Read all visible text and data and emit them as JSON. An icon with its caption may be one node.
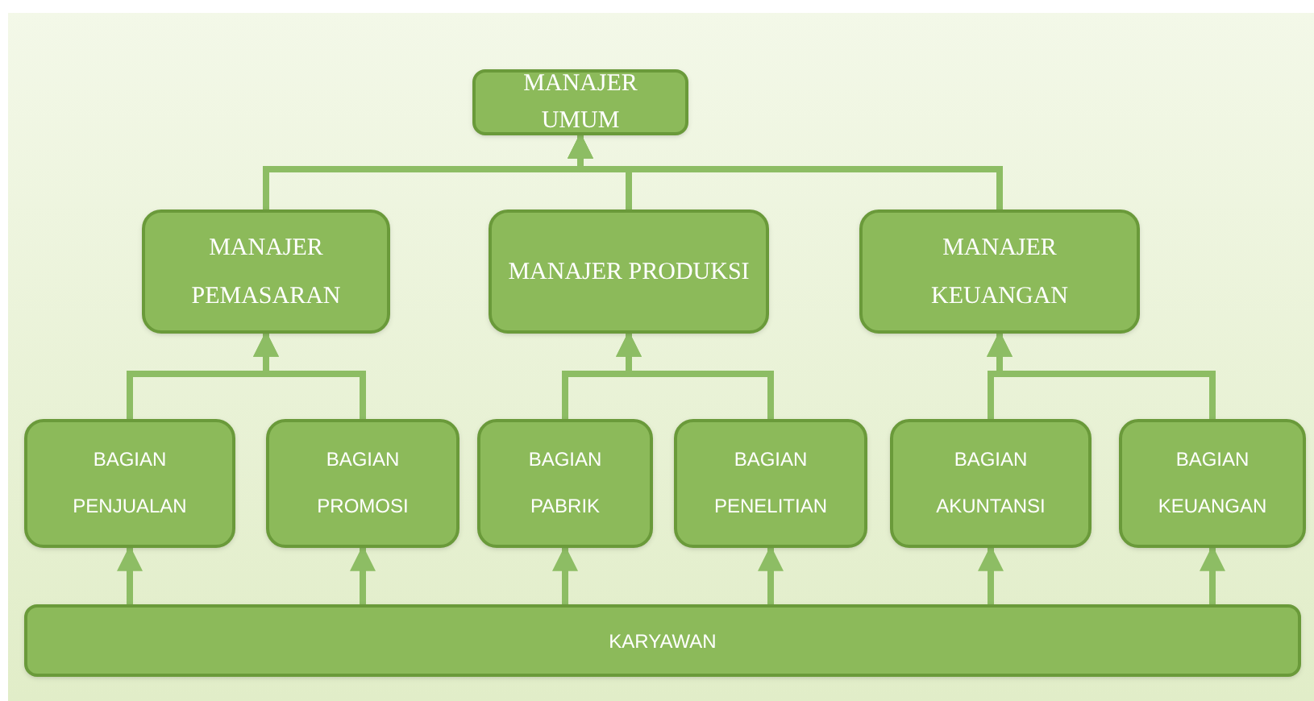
{
  "diagram": {
    "nodes": [
      {
        "text": [
          "MANAJER UMUM"
        ]
      },
      {
        "text": [
          "MANAJER PEMASARAN"
        ]
      },
      {
        "text": [
          "MANAJER PRODUKSI"
        ]
      },
      {
        "text": [
          "MANAJER KEUANGAN"
        ]
      },
      {
        "text": [
          "BAGIAN PENJUALAN"
        ]
      },
      {
        "text": [
          "BAGIAN PROMOSI"
        ]
      },
      {
        "text": [
          "BAGIAN PABRIK"
        ]
      },
      {
        "text": [
          "BAGIAN PENELITIAN"
        ]
      },
      {
        "text": [
          "BAGIAN AKUNTANSI"
        ]
      },
      {
        "text": [
          "BAGIAN KEUANGAN"
        ]
      },
      {
        "text": [
          "KARYAWAN"
        ]
      }
    ],
    "edges": [
      {
        "from": 1,
        "to": 0,
        "arrow": "to"
      },
      {
        "from": 2,
        "to": 0,
        "arrow": "to"
      },
      {
        "from": 3,
        "to": 0,
        "arrow": "to"
      },
      {
        "from": 4,
        "to": 1,
        "arrow": "to"
      },
      {
        "from": 5,
        "to": 1,
        "arrow": "to"
      },
      {
        "from": 6,
        "to": 2,
        "arrow": "to"
      },
      {
        "from": 7,
        "to": 2,
        "arrow": "to"
      },
      {
        "from": 8,
        "to": 3,
        "arrow": "to"
      },
      {
        "from": 9,
        "to": 3,
        "arrow": "to"
      },
      {
        "from": 10,
        "to": 4,
        "arrow": "to"
      },
      {
        "from": 10,
        "to": 5,
        "arrow": "to"
      },
      {
        "from": 10,
        "to": 6,
        "arrow": "to"
      },
      {
        "from": 10,
        "to": 7,
        "arrow": "to"
      },
      {
        "from": 10,
        "to": 8,
        "arrow": "to"
      },
      {
        "from": 10,
        "to": 9,
        "arrow": "to"
      }
    ]
  }
}
